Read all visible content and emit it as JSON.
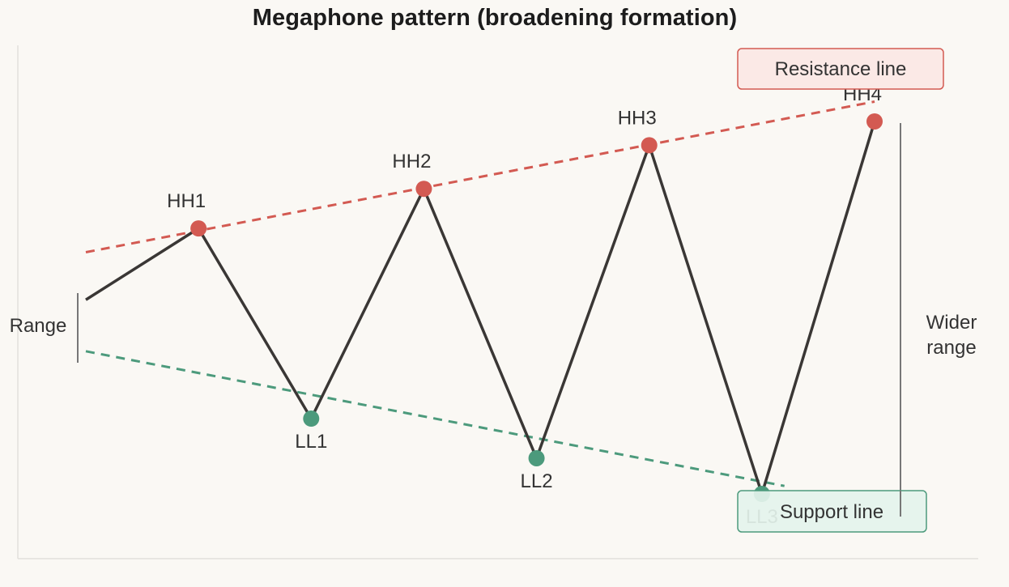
{
  "title": "Megaphone pattern (broadening formation)",
  "colors": {
    "background": "#faf8f4",
    "price_line": "#3a3735",
    "resistance": "#d35a52",
    "support": "#4c9a7c",
    "resistance_box_fill": "#fbe9e6",
    "support_box_fill": "#e4f3ec",
    "bracket": "#777777",
    "axis": "#e2e0dc"
  },
  "chart_data": {
    "type": "line",
    "price_path": [
      {
        "x": 0,
        "y": 44
      },
      {
        "x": 1,
        "y": 62,
        "label": "HH1",
        "kind": "high"
      },
      {
        "x": 2,
        "y": 14,
        "label": "LL1",
        "kind": "low"
      },
      {
        "x": 3,
        "y": 72,
        "label": "HH2",
        "kind": "high"
      },
      {
        "x": 4,
        "y": 4,
        "label": "LL2",
        "kind": "low"
      },
      {
        "x": 5,
        "y": 83,
        "label": "HH3",
        "kind": "high"
      },
      {
        "x": 6,
        "y": -5,
        "label": "LL3",
        "kind": "low"
      },
      {
        "x": 7,
        "y": 89,
        "label": "HH4",
        "kind": "high"
      }
    ],
    "resistance_line": {
      "label": "Resistance line",
      "from": {
        "x": 0,
        "y": 56
      },
      "to": {
        "x": 7,
        "y": 94
      }
    },
    "support_line": {
      "label": "Support line",
      "from": {
        "x": 0,
        "y": 31
      },
      "to": {
        "x": 6.2,
        "y": -3
      }
    },
    "annotations": {
      "left_range": "Range",
      "right_range_line1": "Wider",
      "right_range_line2": "range"
    },
    "ylim": [
      -15,
      110
    ],
    "xlim": [
      -0.8,
      8.6
    ]
  }
}
